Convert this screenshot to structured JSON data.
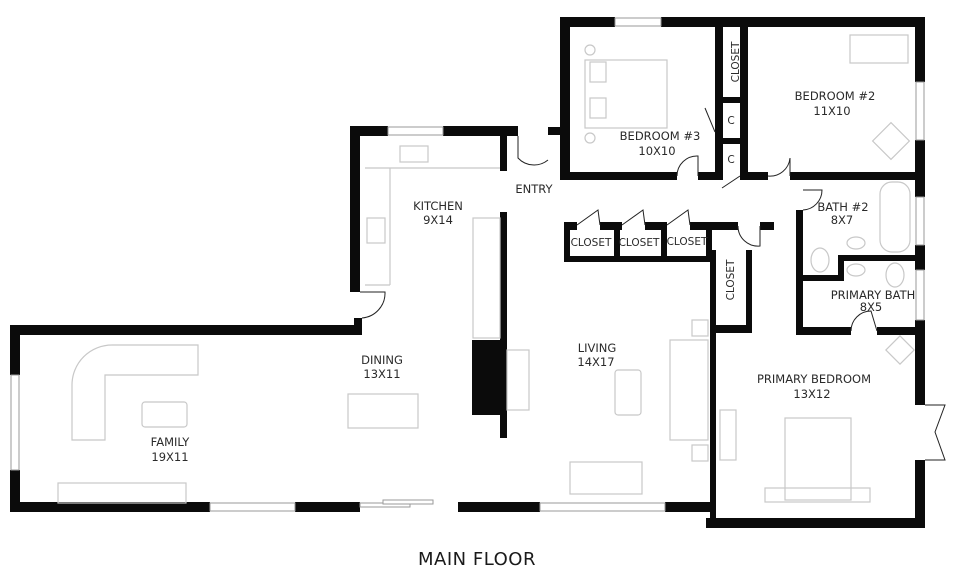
{
  "title": "MAIN FLOOR",
  "rooms": {
    "bedroom3": {
      "name": "BEDROOM #3",
      "size": "10X10"
    },
    "bedroom2": {
      "name": "BEDROOM #2",
      "size": "11X10"
    },
    "kitchen": {
      "name": "KITCHEN",
      "size": "9X14"
    },
    "entry": {
      "name": "ENTRY"
    },
    "bath2": {
      "name": "BATH #2",
      "size": "8X7"
    },
    "primary_bath": {
      "name": "PRIMARY BATH",
      "size": "8X5"
    },
    "dining": {
      "name": "DINING",
      "size": "13X11"
    },
    "living": {
      "name": "LIVING",
      "size": "14X17"
    },
    "family": {
      "name": "FAMILY",
      "size": "19X11"
    },
    "primary_bedroom": {
      "name": "PRIMARY BEDROOM",
      "size": "13X12"
    }
  },
  "closets": {
    "bedroom2_closet": "CLOSET",
    "c1": "C",
    "c2": "C",
    "hall_closet_1": "CLOSET",
    "hall_closet_2": "CLOSET",
    "hall_closet_3": "CLOSET",
    "primary_closet": "CLOSET"
  }
}
